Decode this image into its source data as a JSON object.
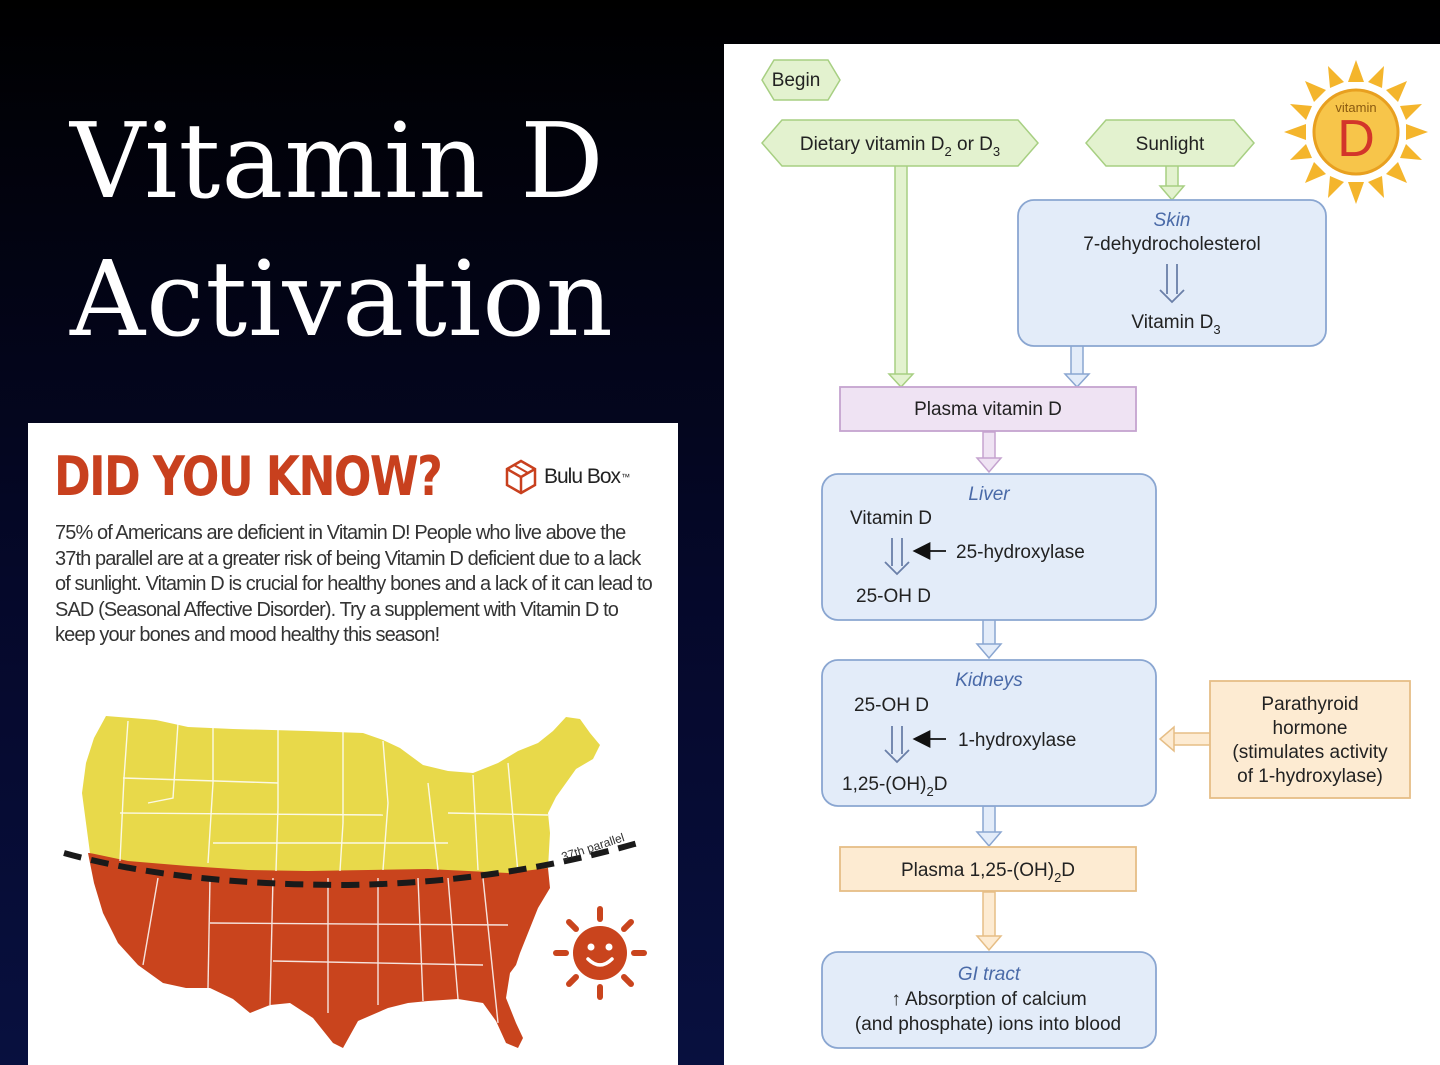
{
  "slide": {
    "title_line1": "Vitamin D",
    "title_line2": "Activation"
  },
  "infographic": {
    "heading": "DID YOU KNOW?",
    "brand": "Bulu Box",
    "brand_mark": "™",
    "body": "75% of Americans are deficient in Vitamin D! People who live above the 37th parallel are at a greater risk of being Vitamin D deficient due to a lack of sunlight. Vitamin D is crucial for healthy bones and a lack of it can lead to SAD (Seasonal Affective Disorder). Try a supplement with Vitamin D to keep your bones and mood healthy this season!",
    "parallel_label": "37th parallel",
    "colors": {
      "north": "#e8d94a",
      "south": "#c9441d",
      "heading": "#c8401e"
    }
  },
  "flowchart": {
    "begin": "Begin",
    "dietary": {
      "text": "Dietary vitamin D",
      "sub1": "2",
      "mid": " or D",
      "sub2": "3"
    },
    "sunlight": "Sunlight",
    "sun_badge": {
      "top": "vitamin",
      "letter": "D"
    },
    "skin": {
      "label": "Skin",
      "input": "7-dehydrocholesterol",
      "output": "Vitamin D",
      "output_sub": "3"
    },
    "plasma_d": "Plasma vitamin D",
    "liver": {
      "label": "Liver",
      "input": "Vitamin D",
      "enzyme": "25-hydroxylase",
      "output": "25-OH D"
    },
    "kidneys": {
      "label": "Kidneys",
      "input": "25-OH D",
      "enzyme": "1-hydroxylase",
      "output_a": "1,25-(OH)",
      "output_sub": "2",
      "output_b": "D"
    },
    "pth": {
      "line1": "Parathyroid",
      "line2": "hormone",
      "line3": "(stimulates activity",
      "line4": "of 1-hydroxylase)"
    },
    "plasma_125": {
      "a": "Plasma 1,25-(OH)",
      "sub": "2",
      "b": "D"
    },
    "gi": {
      "label": "GI tract",
      "line1": "↑ Absorption of calcium",
      "line2": "(and phosphate) ions into blood"
    },
    "colors": {
      "green": "#e3f2cf",
      "blue": "#e3ecf9",
      "purple": "#efe3f3",
      "orange": "#fdebd2"
    }
  }
}
